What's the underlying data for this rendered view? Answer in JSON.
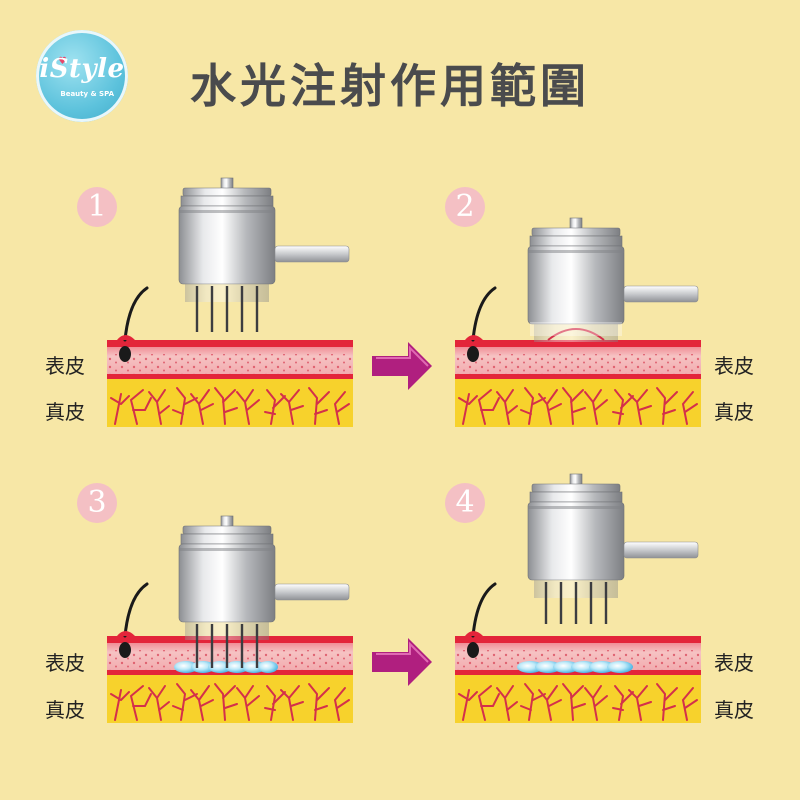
{
  "logo": {
    "brand": "iStyle",
    "sub": "Beauty & SPA"
  },
  "title": "水光注射作用範圍",
  "steps": [
    {
      "number": "1",
      "label_top": "表皮",
      "label_bottom": "真皮"
    },
    {
      "number": "2",
      "label_top": "表皮",
      "label_bottom": "真皮"
    },
    {
      "number": "3",
      "label_top": "表皮",
      "label_bottom": "真皮"
    },
    {
      "number": "4",
      "label_top": "表皮",
      "label_bottom": "真皮"
    }
  ],
  "colors": {
    "background": "#f7e7a6",
    "epidermis": "#f4b8b8",
    "epidermis_top": "#e3253a",
    "dermis": "#f7d22c",
    "vessels": "#d4304a",
    "arrow": "#b01f7f",
    "badge": "#f4c0c4",
    "droplets": "#7fd3ef"
  }
}
